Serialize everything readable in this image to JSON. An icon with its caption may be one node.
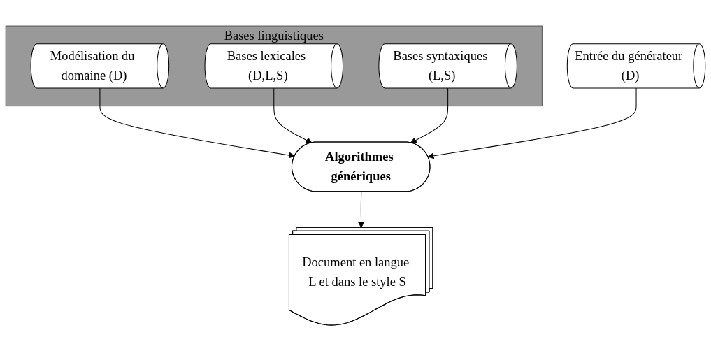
{
  "diagram": {
    "nodes": [
      {
        "text": [
          "Bases linguistiques"
        ]
      },
      {
        "text": [
          "Modélisation du domaine (D)"
        ],
        "in": 0
      },
      {
        "text": [
          "Bases lexicales (D,L,S)"
        ],
        "in": 0
      },
      {
        "text": [
          "Bases syntaxiques (L,S)"
        ],
        "in": 0
      },
      {
        "text": [
          "Entrée du générateur (D)"
        ]
      },
      {
        "text": [
          "Algorithmes génériques"
        ]
      },
      {
        "text": [
          "Document en langue L et dans le style S"
        ]
      }
    ],
    "edges": [
      {
        "from": 1,
        "to": 5,
        "arrow": "to"
      },
      {
        "from": 2,
        "to": 5,
        "arrow": "to"
      },
      {
        "from": 3,
        "to": 5,
        "arrow": "to"
      },
      {
        "from": 4,
        "to": 5,
        "arrow": "to"
      },
      {
        "from": 5,
        "to": 6,
        "arrow": "to"
      }
    ]
  }
}
